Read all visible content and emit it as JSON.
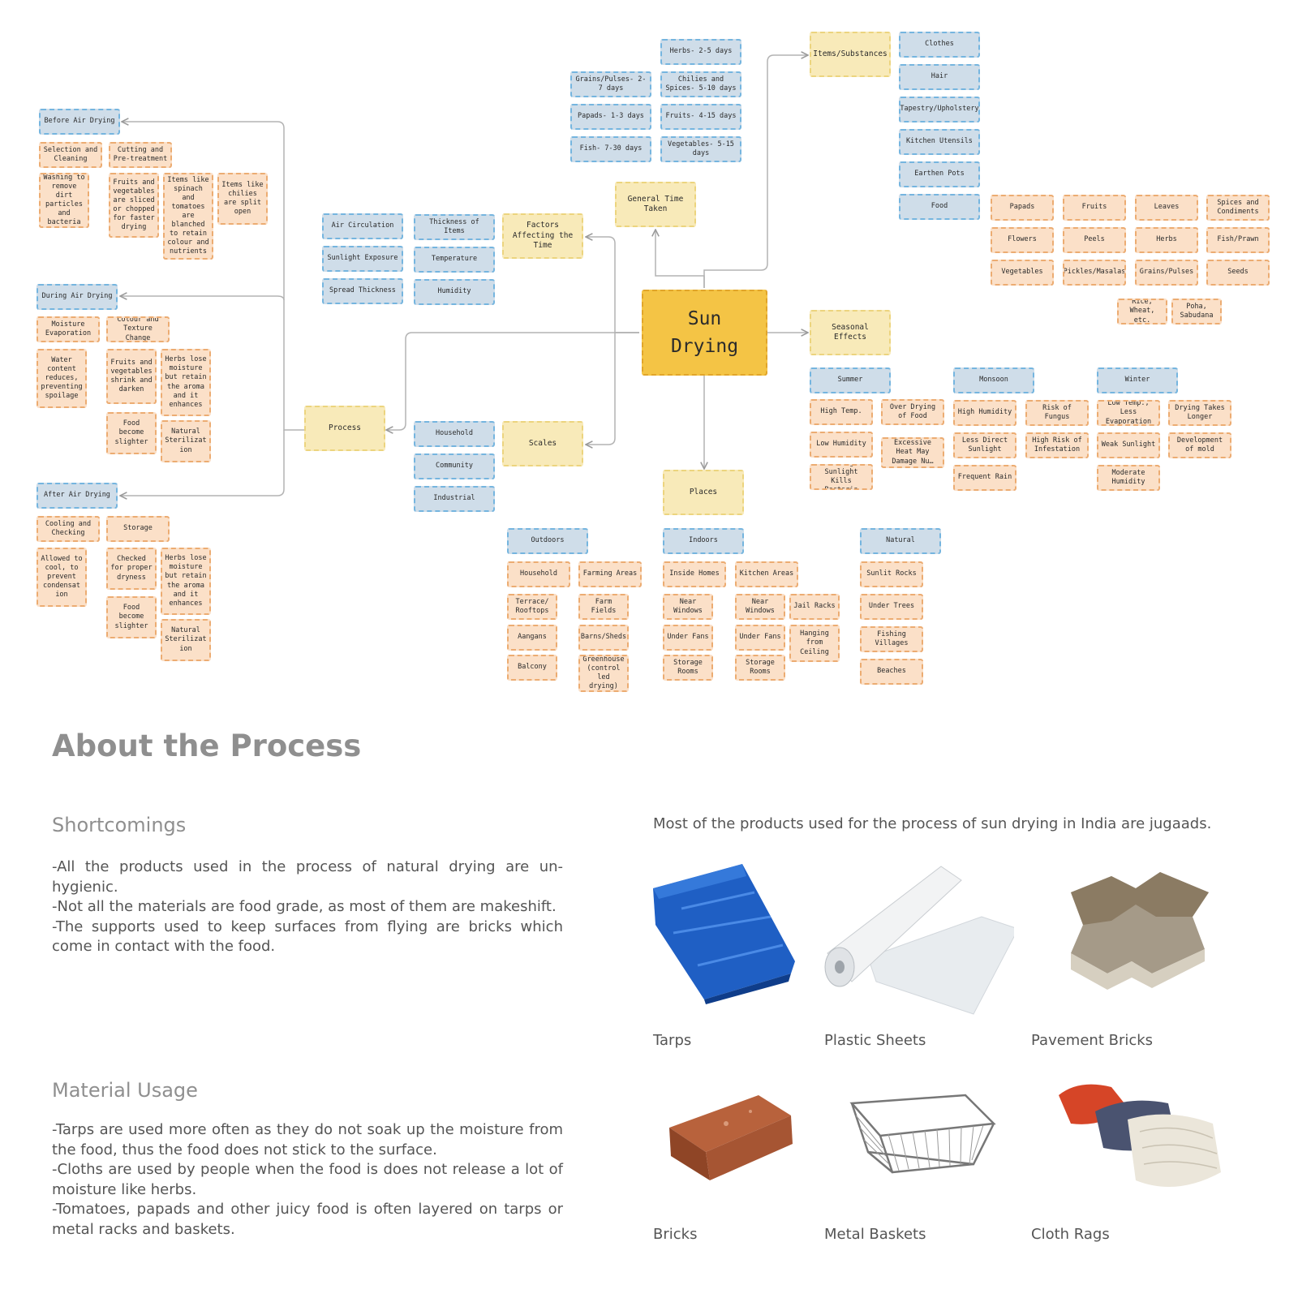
{
  "mindmap": {
    "center": "Sun Drying",
    "before": {
      "title": "Before Air Drying",
      "selection": "Selection and Cleaning",
      "washing": "Washing to remove dirt particles and bacteria",
      "cutting": "Cutting and Pre-treatment",
      "sliced": "Fruits and vegetables are sliced or chopped for faster drying",
      "spinach": "Items like spinach and tomatoes are blanched to retain colour and nutrients",
      "chilies": "Items like chilies are split open"
    },
    "during": {
      "title": "During Air Drying",
      "moisture": "Moisture Evaporation",
      "water": "Water content reduces, preventing spoilage",
      "colour": "Colour and Texture Change",
      "shrink": "Fruits and vegetables shrink and darken",
      "herbs": "Herbs lose moisture but retain the aroma and it enhances",
      "lighter": "Food become slighter",
      "natural": "Natural Sterilizat ion"
    },
    "after": {
      "title": "After Air Drying",
      "cooling": "Cooling and Checking",
      "allowed": "Allowed to cool, to prevent condensat ion",
      "storage": "Storage",
      "checked": "Checked for proper dryness",
      "herbs": "Herbs lose moisture but retain the aroma and it enhances",
      "lighter": "Food become slighter",
      "natural": "Natural Sterilizat ion"
    },
    "process": "Process",
    "factors": {
      "title": "Factors Affecting the Time",
      "air": "Air Circulation",
      "sunlight": "Sunlight Exposure",
      "spread": "Spread Thickness",
      "thickness": "Thickness of Items",
      "temperature": "Temperature",
      "humidity": "Humidity"
    },
    "time": {
      "title": "General Time Taken",
      "grains": "Grains/Pulses- 2-7 days",
      "papads": "Papads- 1-3 days",
      "fish": "Fish- 7-30 days",
      "herbs": "Herbs- 2-5 days",
      "chilies": "Chilies and Spices- 5-10 days",
      "fruits": "Fruits- 4-15 days",
      "vegetables": "Vegetables- 5-15 days"
    },
    "items": {
      "title": "Items/Substances",
      "clothes": "Clothes",
      "hair": "Hair",
      "tapestry": "Tapestry/Upholstery",
      "kitchen": "Kitchen Utensils",
      "earthen": "Earthen Pots",
      "food": "Food",
      "papads": "Papads",
      "fruits": "Fruits",
      "leaves": "Leaves",
      "spices": "Spices and Condiments",
      "flowers": "Flowers",
      "peels": "Peels",
      "herbs": "Herbs",
      "fish": "Fish/Prawn",
      "vegetables": "Vegetables",
      "pickles": "Pickles/Masalas",
      "grains": "Grains/Pulses",
      "seeds": "Seeds",
      "rice": "Rice, Wheat, etc.",
      "poha": "Poha, Sabudana"
    },
    "seasonal": {
      "title": "Seasonal Effects",
      "summer": "Summer",
      "high_temp": "High Temp.",
      "low_humidity": "Low Humidity",
      "strong": "Strong Sunlight Kills Bacteria",
      "over": "Over Drying of Food",
      "excessive": "Excessive Heat May Damage Nu…",
      "monsoon": "Monsoon",
      "high_humidity": "High Humidity",
      "less_direct": "Less Direct Sunlight",
      "frequent": "Frequent Rain",
      "fungus": "Risk of Fungus",
      "infestation": "High Risk of Infestation",
      "winter": "Winter",
      "low_temp": "Low Temp., Less Evaporation",
      "weak": "Weak Sunlight",
      "moderate": "Moderate Humidity",
      "longer": "Drying Takes Longer",
      "mold": "Development of mold"
    },
    "scales": {
      "title": "Scales",
      "household": "Household",
      "community": "Community",
      "industrial": "Industrial"
    },
    "places": {
      "title": "Places",
      "outdoors": "Outdoors",
      "household": "Household",
      "terrace": "Terrace/ Rooftops",
      "aangans": "Aangans",
      "balcony": "Balcony",
      "farming": "Farming Areas",
      "farm_fields": "Farm Fields",
      "barns": "Barns/Sheds",
      "greenhouse": "Greenhouse (control led drying)",
      "indoors": "Indoors",
      "inside_homes": "Inside Homes",
      "near_windows_1": "Near Windows",
      "under_fans_1": "Under Fans",
      "storage_rooms_1": "Storage Rooms",
      "kitchen_areas": "Kitchen Areas",
      "near_windows_2": "Near Windows",
      "under_fans_2": "Under Fans",
      "storage_rooms_2": "Storage Rooms",
      "jail_racks": "Jail Racks",
      "hanging": "Hanging from Ceiling",
      "natural": "Natural",
      "sunlit_rocks": "Sunlit Rocks",
      "under_trees": "Under Trees",
      "fishing": "Fishing Villages",
      "beaches": "Beaches"
    }
  },
  "about": {
    "title": "About the Process",
    "shortcomings": {
      "heading": "Shortcomings",
      "lines": [
        "-All the products used in the process of natural drying are un-hygienic.",
        "-Not all the materials are food grade, as most of them are makeshift.",
        "-The supports used to keep surfaces from flying are bricks which come in contact with the food."
      ]
    },
    "material_usage": {
      "heading": "Material Usage",
      "lines": [
        "-Tarps are used more often as they do not soak up the moisture from the food, thus the food does not stick to the surface.",
        "-Cloths are used by people when the food is does not release a lot of moisture like herbs.",
        "-Tomatoes, papads and other juicy food is often layered on tarps or metal racks and baskets."
      ]
    },
    "lead": "Most of the products used for the process of sun drying in India are jugaads.",
    "products": [
      "Tarps",
      "Plastic Sheets",
      "Pavement Bricks",
      "Bricks",
      "Metal Baskets",
      "Cloth Rags"
    ]
  }
}
